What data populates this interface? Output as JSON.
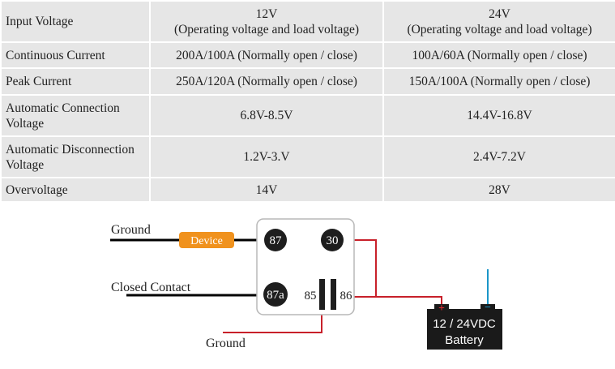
{
  "table": {
    "rows": [
      {
        "label": "Input Voltage",
        "v12": "12V",
        "v12_sub": "(Operating voltage and load voltage)",
        "v24": "24V",
        "v24_sub": "(Operating voltage and load voltage)"
      },
      {
        "label": "Continuous Current",
        "v12": "200A/100A (Normally open / close)",
        "v24": "100A/60A (Normally open / close)"
      },
      {
        "label": "Peak Current",
        "v12": "250A/120A (Normally open / close)",
        "v24": "150A/100A (Normally open / close)"
      },
      {
        "label": "Automatic Connection",
        "label2": "Voltage",
        "v12": "6.8V-8.5V",
        "v24": "14.4V-16.8V"
      },
      {
        "label": "Automatic Disconnection",
        "label2": "Voltage",
        "v12": "1.2V-3.V",
        "v24": "2.4V-7.2V"
      },
      {
        "label": "Overvoltage",
        "v12": "14V",
        "v24": "28V"
      }
    ]
  },
  "diagram": {
    "ground_top": "Ground",
    "device": "Device",
    "closed_contact": "Closed Contact",
    "ground_bottom": "Ground",
    "pin_87": "87",
    "pin_30": "30",
    "pin_87a": "87a",
    "pin_85": "85",
    "pin_86": "86",
    "battery_line1": "12 / 24VDC",
    "battery_line2": "Battery",
    "battery_plus": "+",
    "battery_minus": "−",
    "colors": {
      "wire_red": "#c8202a",
      "wire_blue": "#1a96c8",
      "device_orange": "#f0921e",
      "pin_dark": "#1e1e1e"
    }
  }
}
